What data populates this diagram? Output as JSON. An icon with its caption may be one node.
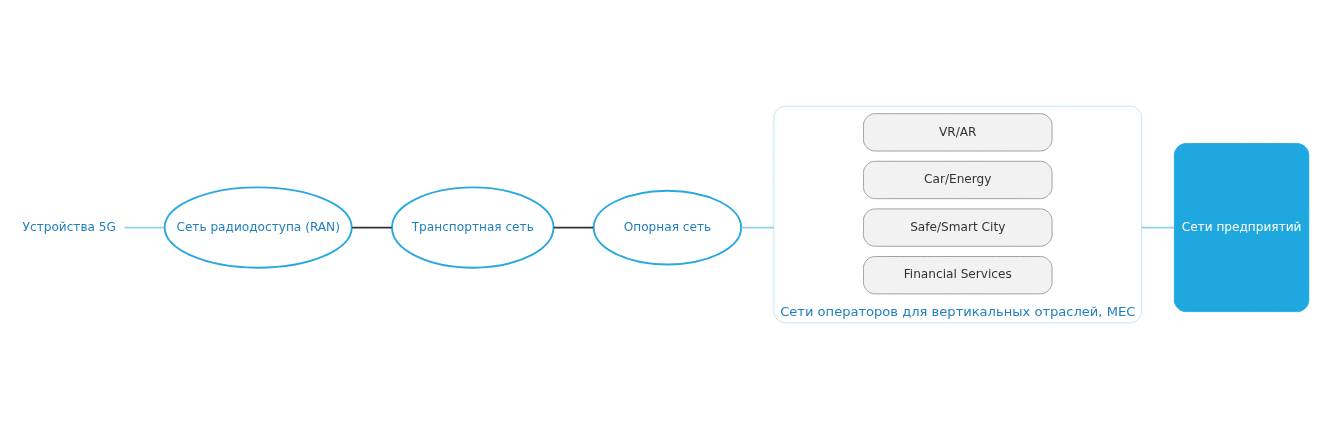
{
  "diagram": {
    "nodes": [
      {
        "text": [
          "Устройства 5G"
        ]
      },
      {
        "text": [
          "Сеть радиодоступа (RAN)"
        ]
      },
      {
        "text": [
          "Транспортная сеть"
        ]
      },
      {
        "text": [
          "Опорная сеть"
        ]
      },
      {
        "text": [
          "Сети операторов для вертикальных отраслей, MEC"
        ]
      },
      {
        "text": [
          "VR/AR"
        ],
        "in": 4
      },
      {
        "text": [
          "Car/Energy"
        ],
        "in": 4
      },
      {
        "text": [
          "Safe/Smart City"
        ],
        "in": 4
      },
      {
        "text": [
          "Financial Services"
        ],
        "in": 4
      },
      {
        "text": [
          "Сети предприятий"
        ]
      }
    ],
    "edges": [
      {
        "from": 0,
        "to": 1,
        "arrow": "none"
      },
      {
        "from": 1,
        "to": 2,
        "arrow": "none",
        "color": "#333333"
      },
      {
        "from": 2,
        "to": 3,
        "arrow": "none",
        "color": "#333333"
      },
      {
        "from": 3,
        "to": 4,
        "arrow": "none"
      },
      {
        "from": 4,
        "to": 9,
        "arrow": "none"
      }
    ]
  }
}
